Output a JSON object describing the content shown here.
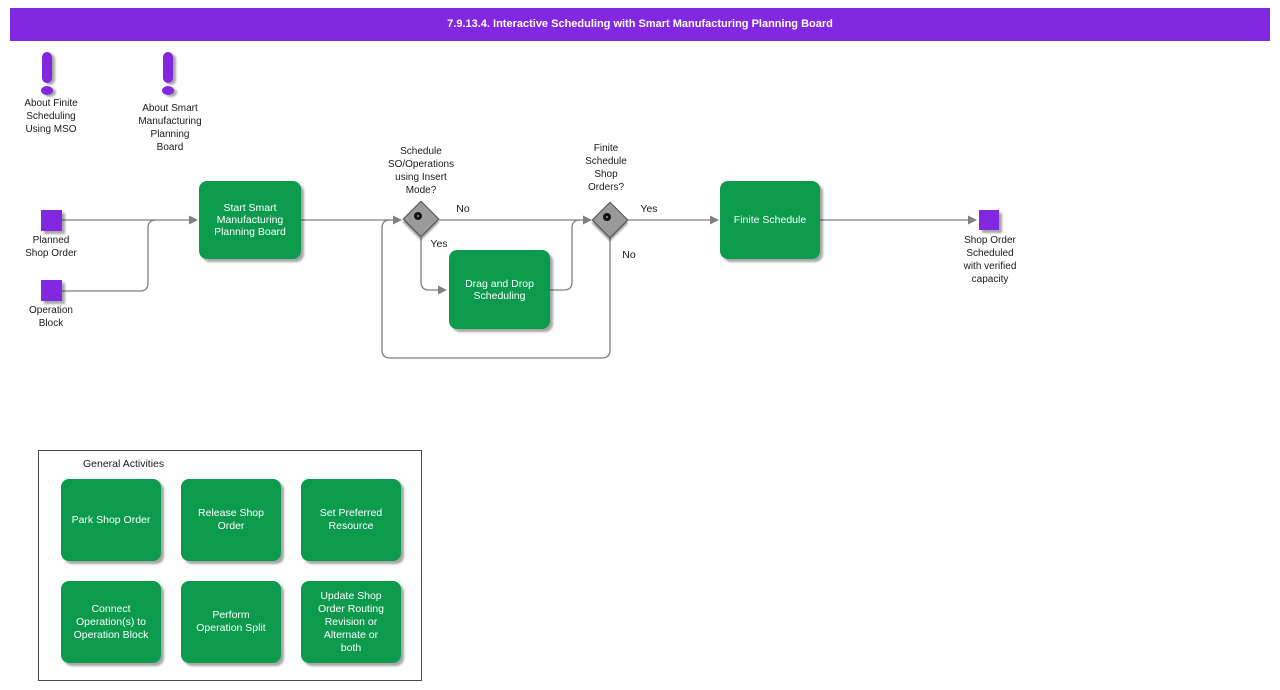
{
  "title": "7.9.13.4. Interactive Scheduling with Smart Manufacturing Planning Board",
  "colors": {
    "title_bar_bg": "#8228e0",
    "title_bar_text": "#ffffff",
    "activity_green": "#0c9b4c",
    "event_purple": "#8228e0",
    "connector_gray": "#808080",
    "gateway_fill": "#9a9a9a",
    "gateway_border": "#4d4d4d",
    "panel_border": "#4b4b4b",
    "label_text": "#1a1a1a"
  },
  "notes": [
    {
      "icon": "exclamation-icon",
      "label": "About Finite\nScheduling\nUsing MSO"
    },
    {
      "icon": "exclamation-icon",
      "label": "About Smart\nManufacturing\nPlanning\nBoard"
    }
  ],
  "flow": {
    "events": [
      {
        "label": "Planned\nShop Order"
      },
      {
        "label": "Operation\nBlock"
      },
      {
        "label": "Shop Order\nScheduled\nwith verified\ncapacity"
      }
    ],
    "activities": [
      {
        "label": "Start Smart\nManufacturing\nPlanning Board"
      },
      {
        "label": "Drag and Drop\nScheduling"
      },
      {
        "label": "Finite Schedule"
      }
    ],
    "decisions": [
      {
        "question": "Schedule\nSO/Operations\nusing Insert\nMode?",
        "yes": "Yes",
        "no": "No"
      },
      {
        "question": "Finite\nSchedule\nShop\nOrders?",
        "yes": "Yes",
        "no": "No"
      }
    ]
  },
  "general_activities": {
    "title": "General Activities",
    "items": [
      {
        "label": "Park Shop Order"
      },
      {
        "label": "Release Shop\nOrder"
      },
      {
        "label": "Set Preferred\nResource"
      },
      {
        "label": "Connect\nOperation(s) to\nOperation Block"
      },
      {
        "label": "Perform\nOperation Split"
      },
      {
        "label": "Update Shop\nOrder Routing\nRevision or\nAlternate or\nboth"
      }
    ]
  }
}
